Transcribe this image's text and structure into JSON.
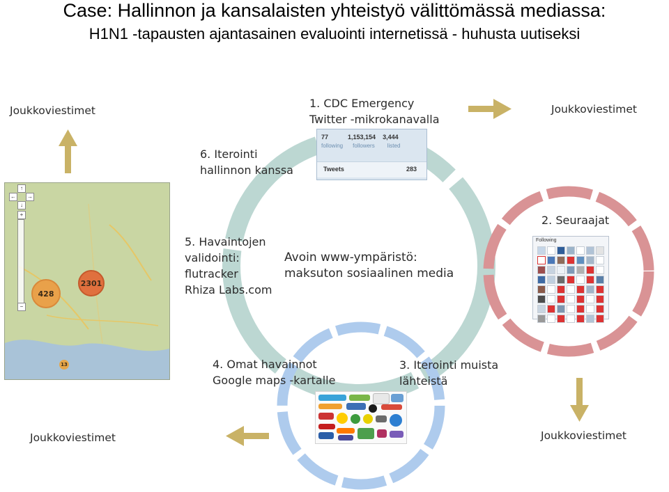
{
  "title": {
    "line1": "Case: Hallinnon ja kansalaisten yhteistyö välittömässä mediassa:",
    "line2": "H1N1 -tapausten ajantasainen evaluointi internetissä - huhusta uutiseksi"
  },
  "center": {
    "line1": "Avoin www-ympäristö:",
    "line2": "maksuton sosiaalinen media"
  },
  "steps": {
    "s1": [
      "1. CDC Emergency",
      "Twitter -mikrokanavalla"
    ],
    "s2": [
      "2. Seuraajat"
    ],
    "s3": [
      "3. Iterointi muista",
      "lähteistä"
    ],
    "s4": [
      "4. Omat havainnot",
      "Google maps -kartalle"
    ],
    "s5": [
      "5. Havaintojen",
      "validointi:",
      "flutracker",
      "Rhiza Labs.com"
    ],
    "s6": [
      "6. Iterointi",
      "hallinnon kanssa"
    ]
  },
  "outputs": {
    "top_left": "Joukkoviestimet",
    "top_right": "Joukkoviestimet",
    "bottom_right": "Joukkoviestimet",
    "bottom_left": "Joukkoviestimet"
  },
  "twitter_panel": {
    "following_count": "77",
    "followers_count": "1,153,154",
    "listed_count": "3,444",
    "following_label": "following",
    "followers_label": "followers",
    "listed_label": "listed",
    "tweets_label": "Tweets",
    "tweets_count": "283"
  },
  "following_panel": {
    "header": "Following"
  },
  "map_panel": {
    "bubble_a": "428",
    "bubble_b": "2301",
    "bubble_c": "13"
  },
  "colors": {
    "big_ring": "#b8d4d0",
    "red_ring": "#d7888a",
    "blue_ring": "#a9c9ec",
    "arrow": "#c8b062"
  }
}
